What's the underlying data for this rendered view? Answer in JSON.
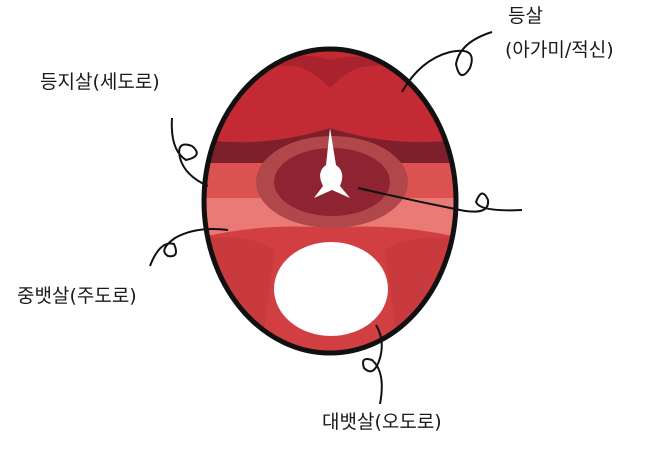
{
  "labels": {
    "top_right_line1": "등살",
    "top_right_line2": "(아가미/적신)",
    "upper_left": "등지살(세도로)",
    "lower_left": "중뱃살(주도로)",
    "bottom": "대뱃살(오도로)"
  },
  "colors": {
    "outline": "#111111",
    "top_red": "#c32a34",
    "dark_maroon": "#7e1f2c",
    "ring": "#b0474b",
    "inner": "#8e2431",
    "mid_red": "#dc5251",
    "pink_band": "#e97a76",
    "lower_red": "#d23f43",
    "cavity": "#ffffff"
  }
}
